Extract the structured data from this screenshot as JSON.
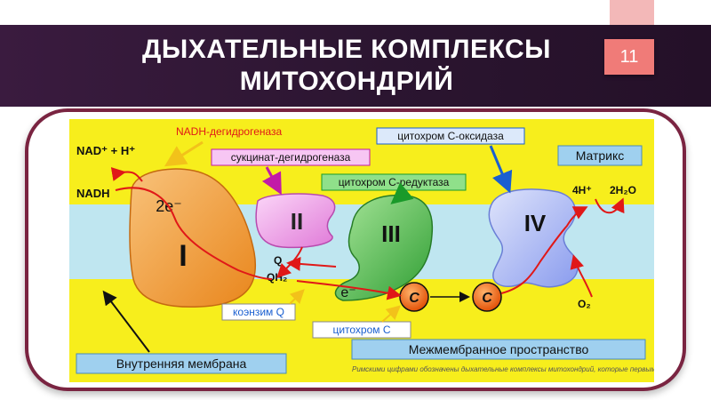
{
  "slide": {
    "title": "ДЫХАТЕЛЬНЫЕ КОМПЛЕКСЫ\nМИТОХОНДРИЙ",
    "page_number": "11"
  },
  "diagram": {
    "labels": {
      "nadh_dehydrogenase": "NADH-дегидрогеназа",
      "succinate_dehydrogenase": "сукцинат-дегидрогеназа",
      "cytochrome_c_reductase": "цитохром C-редуктаза",
      "cytochrome_c_oxidase": "цитохром C-оксидаза",
      "matrix": "Матрикс",
      "coenzyme_q": "коэнзим Q",
      "cytochrome_c": "цитохром C",
      "inner_membrane": "Внутренняя мембрана",
      "intermembrane_space": "Межмембранное пространство",
      "caption": "Римскими цифрами обозначены дыхательные комплексы митохондрий, которые первым описал Дэвид Грин"
    },
    "chemistry": {
      "nad_plus": "NAD⁺ + H⁺",
      "nadh": "NADH",
      "q": "Q",
      "qh2": "QH₂",
      "h4": "4H⁺",
      "h2o": "2H₂O",
      "o2": "O₂"
    },
    "complexes": {
      "c1": "I",
      "c2": "II",
      "c3": "III",
      "c4": "IV",
      "electrons_c1": "2e⁻",
      "electron_c3": "e⁻",
      "cyt_c_1": "C",
      "cyt_c_2": "C"
    },
    "colors": {
      "background": "#f7ee1c",
      "membrane": "#bfe6f0",
      "complex_I": "#f2a03c",
      "complex_II": "#f4a8f0",
      "complex_III": "#59c457",
      "complex_IV": "#a8b6f4",
      "cyt_c": "#f05a0a",
      "label_box_blue": "#9fd0ef",
      "arrow_red": "#e01818",
      "title_bar": "#2d1633",
      "badge": "#f07b78"
    }
  }
}
